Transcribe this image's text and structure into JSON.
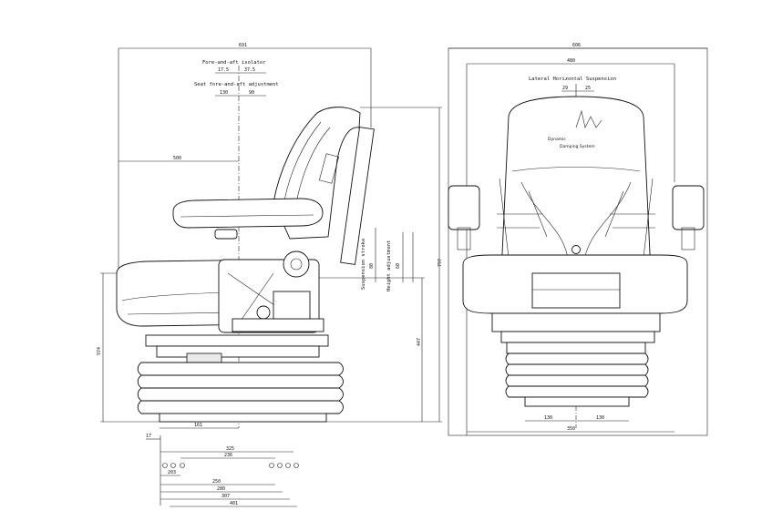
{
  "side_view": {
    "dims": {
      "overall_length": "691",
      "fore_aft_isolator_left": "17.5",
      "fore_aft_isolator_right": "37.5",
      "fore_aft_adjustment_left": "130",
      "fore_aft_adjustment_right": "90",
      "backrest_reach": "500",
      "base_offset": "161",
      "overall_height": "797",
      "seat_height": "447",
      "total_height": "974",
      "suspension_stroke": "80",
      "height_adjustment": "60",
      "mount_17": "17",
      "mount_325": "325",
      "mount_236": "236",
      "mount_203": "203",
      "mount_250": "250",
      "mount_280": "280",
      "mount_307": "307",
      "mount_401": "401"
    },
    "captions": {
      "fore_aft_isolator": "Fore-and-aft isolator",
      "fore_aft_adjustment": "Seat fore-and-aft adjustment",
      "suspension_stroke": "Suspension stroke",
      "height_adjustment": "Height adjustment"
    }
  },
  "front_view": {
    "dims": {
      "overall_width": "606",
      "armrest_width": "480",
      "lateral_left": "29",
      "lateral_right": "25",
      "base_left": "130",
      "base_right": "130",
      "base_width": "350"
    },
    "captions": {
      "lateral_suspension": "Lateral Horizontal Suspension"
    },
    "logo": {
      "line1": "Dynamic",
      "line2": "Damping System"
    }
  }
}
